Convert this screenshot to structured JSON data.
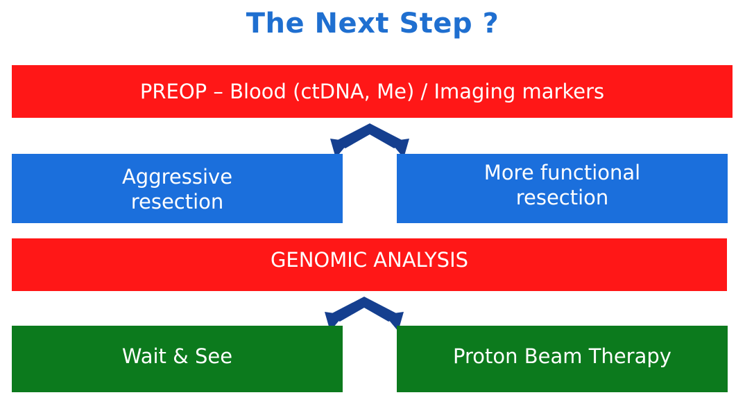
{
  "title": "The Next Step ?",
  "colors": {
    "title": "#1f6fd0",
    "red": "#ff1717",
    "blue": "#1b6fdc",
    "green": "#0c7a1d",
    "arrow": "#153f8f"
  },
  "boxes": {
    "preop": "PREOP – Blood (ctDNA, Me) / Imaging markers",
    "aggressive_line1": "Aggressive",
    "aggressive_line2": "resection",
    "functional_line1": "More functional",
    "functional_line2": "resection",
    "genomic": "GENOMIC ANALYSIS",
    "wait": "Wait & See",
    "proton": "Proton Beam Therapy"
  },
  "icons": {
    "upper_connector": "chevron-up-arrow-icon",
    "lower_connector": "chevron-up-arrow-icon"
  }
}
